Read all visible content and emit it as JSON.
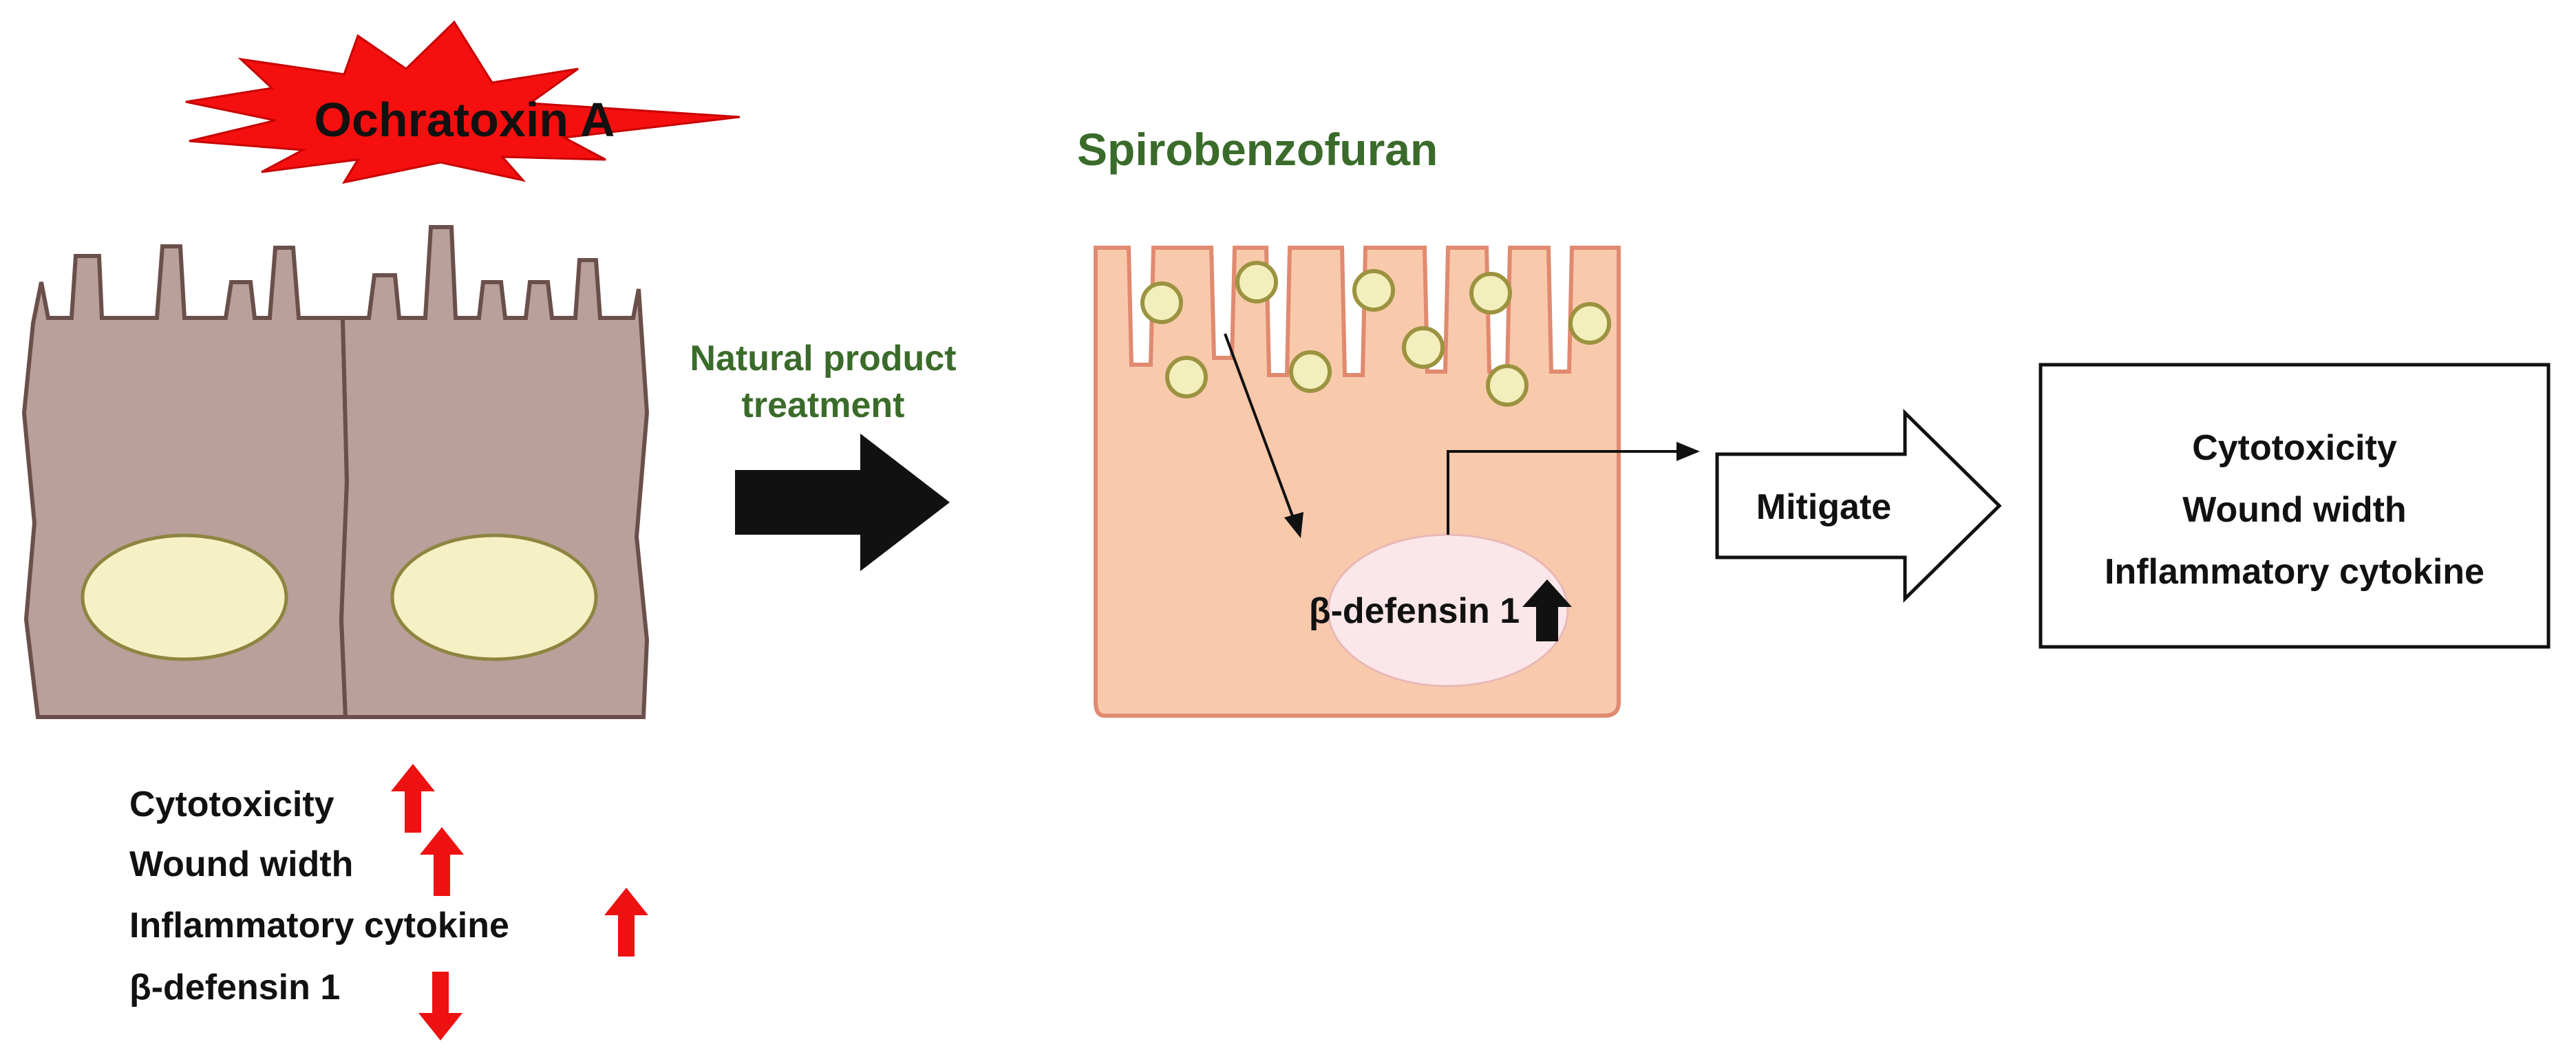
{
  "toxin": {
    "label": "Ochratoxin A",
    "burst_color": "#f50f0f"
  },
  "treatment": {
    "line1": "Natural product",
    "line2": "treatment"
  },
  "compound": {
    "label": "Spirobenzofuran",
    "color": "#3a6b2a"
  },
  "left_effects": [
    {
      "label": "Cytotoxicity",
      "direction": "up"
    },
    {
      "label": "Wound width",
      "direction": "up"
    },
    {
      "label": "Inflammatory cytokine",
      "direction": "up"
    },
    {
      "label": "β-defensin 1",
      "direction": "down"
    }
  ],
  "nucleus_label": "β-defensin 1",
  "mitigate_label": "Mitigate",
  "outcomes": [
    "Cytotoxicity",
    "Wound width",
    "Inflammatory cytokine"
  ],
  "colors": {
    "damaged_cell": "#b9a09a",
    "damaged_cell_stroke": "#6b4f4a",
    "healthy_cell": "#f9c9ac",
    "healthy_cell_stroke": "#e08a70",
    "nucleus_yellow": "#f6f1c4",
    "nucleus_stroke": "#8d8540",
    "particle": "#f2efbd",
    "particle_stroke": "#9c9340",
    "nucleus_pink": "#fbe7e9",
    "arrow_red": "#ee1111",
    "arrow_black": "#111111"
  }
}
